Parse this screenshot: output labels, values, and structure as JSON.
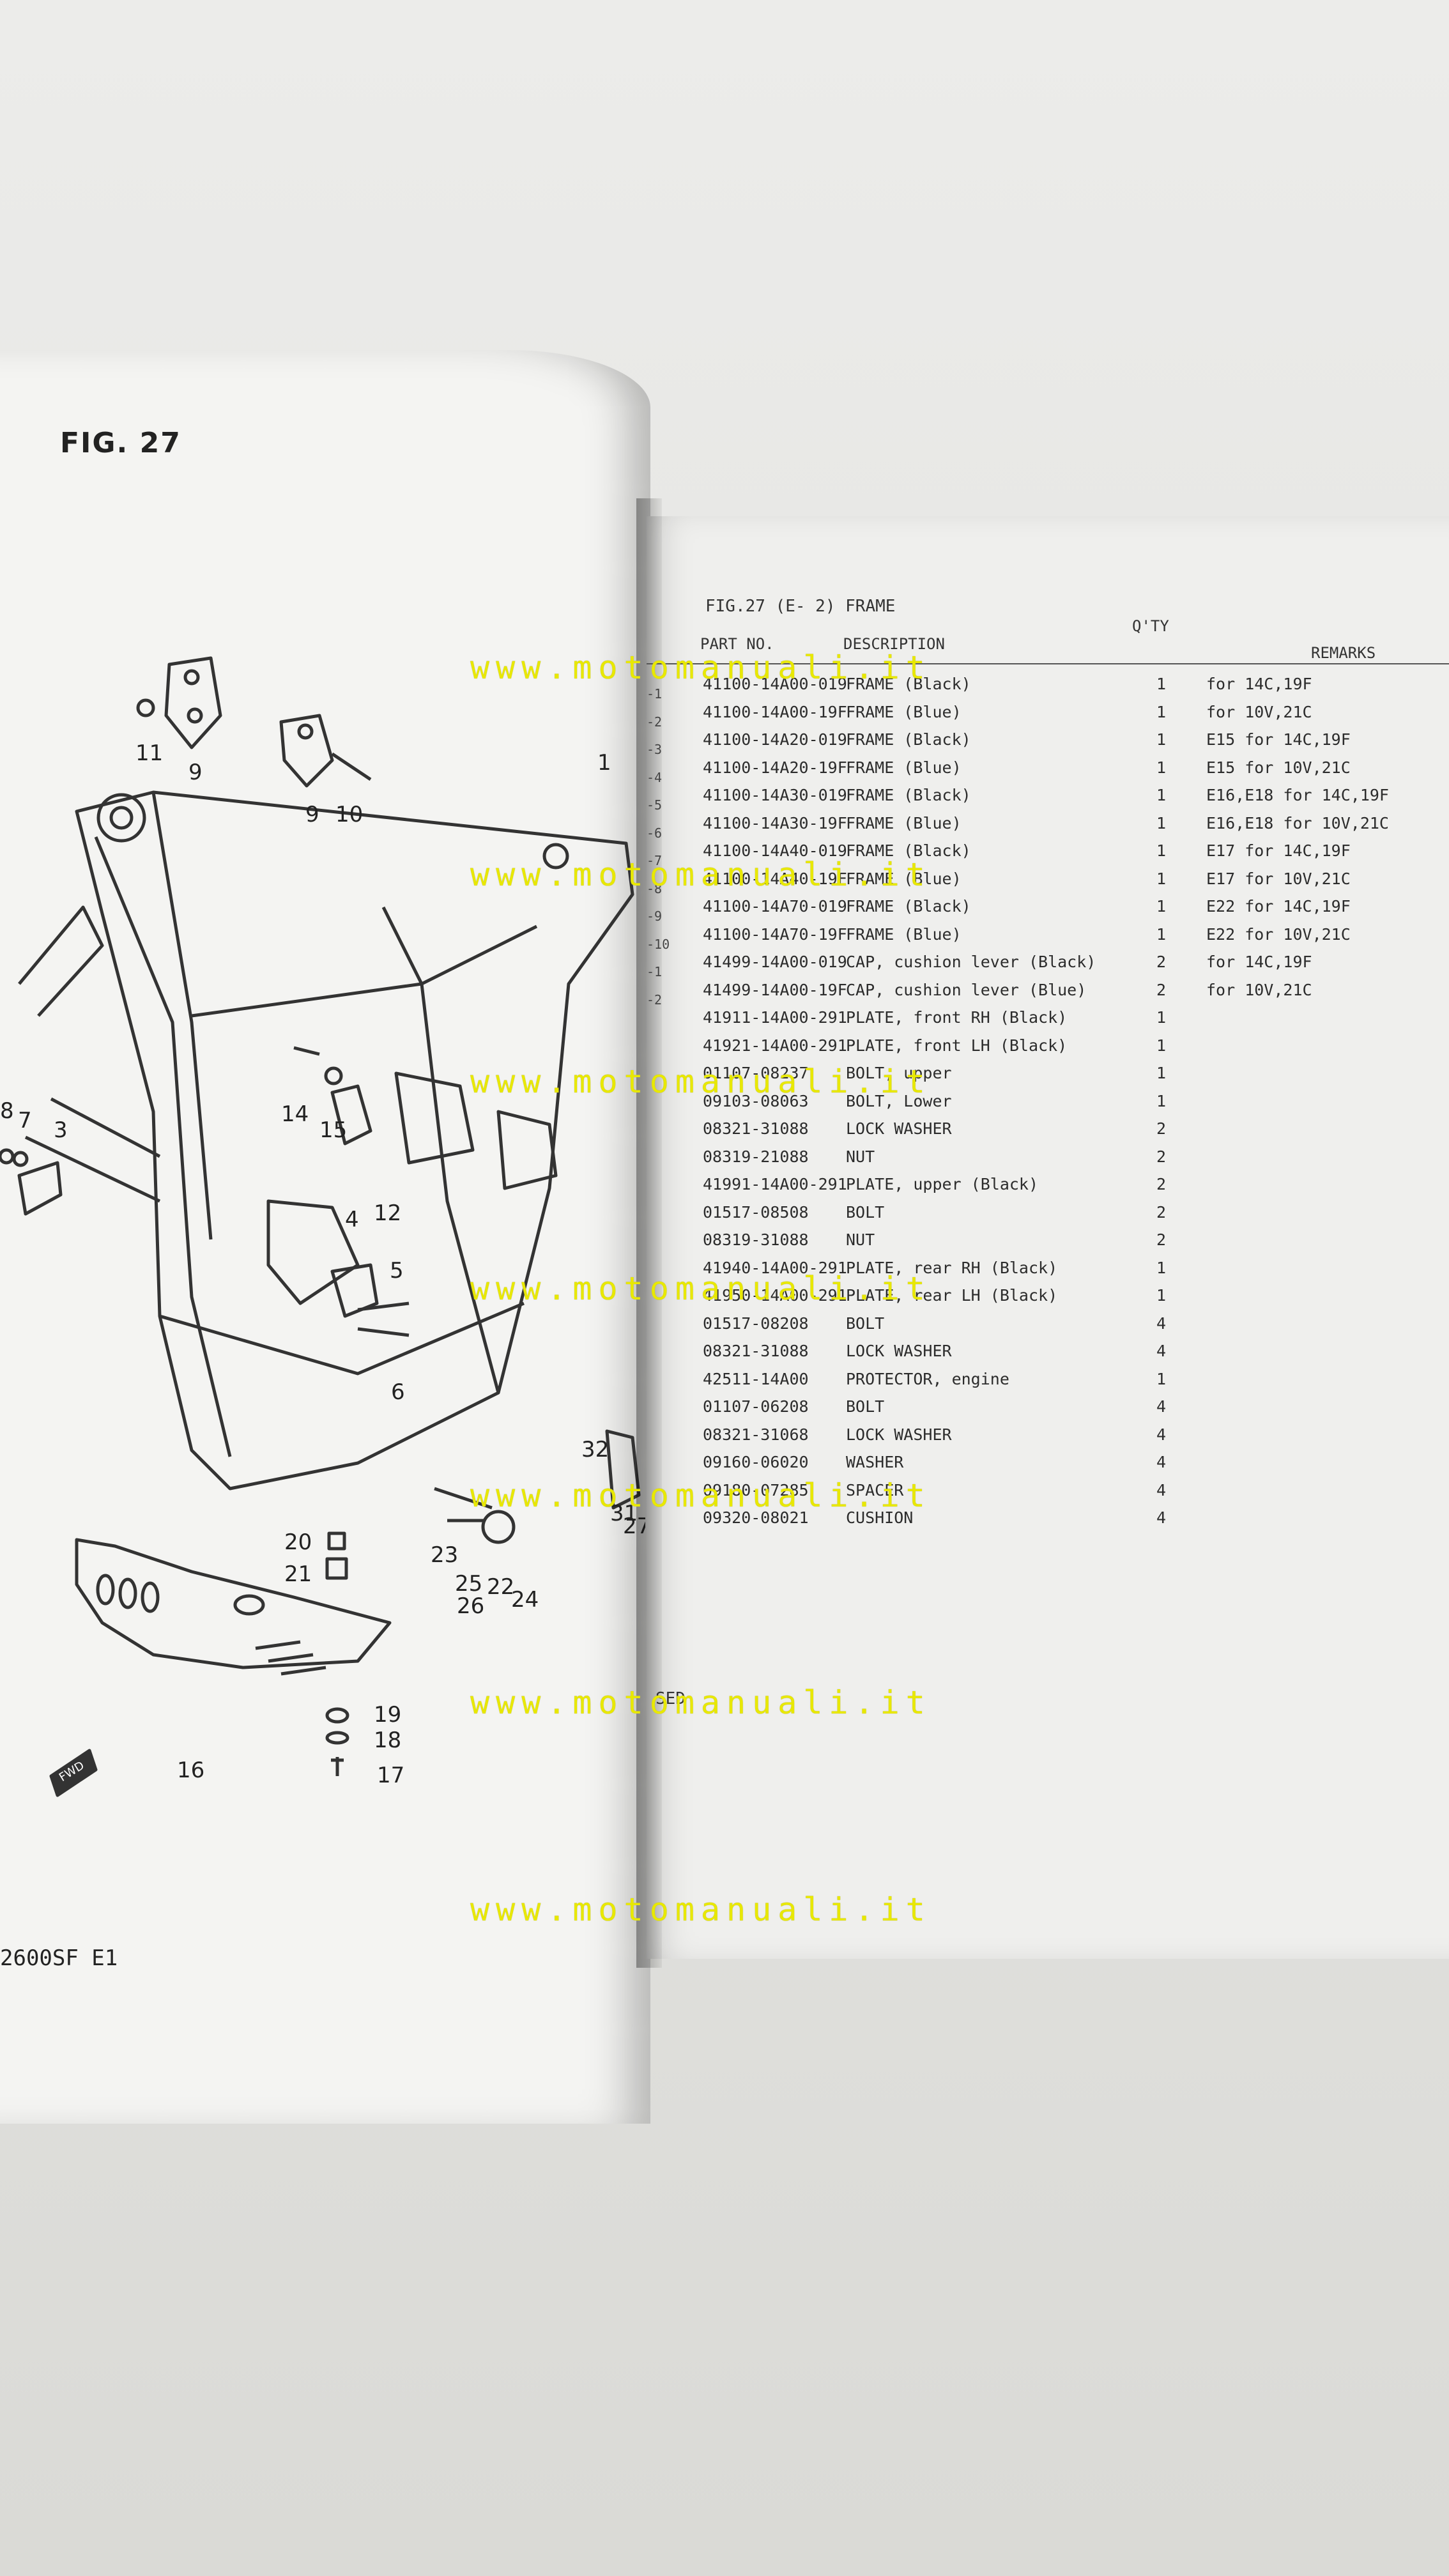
{
  "left_page": {
    "figure_title": "FIG. 27",
    "model_code": "2600SF E1",
    "fwd_label": "FWD",
    "callouts": [
      "1",
      "3",
      "4",
      "5",
      "6",
      "7",
      "8",
      "9",
      "9",
      "10",
      "11",
      "12",
      "14",
      "15",
      "16",
      "17",
      "18",
      "19",
      "20",
      "21",
      "22",
      "23",
      "24",
      "25",
      "26",
      "27",
      "31",
      "32"
    ]
  },
  "right_page": {
    "section_title": "FIG.27 (E- 2) FRAME",
    "headers": {
      "part_no": "PART NO.",
      "description": "DESCRIPTION",
      "qty": "Q'TY",
      "remarks": "REMARKS"
    },
    "ref_nums": [
      "-1",
      "-2",
      "-3",
      "-4",
      "-5",
      "-6",
      "-7",
      "-8",
      "-9",
      "-10",
      "-1",
      "-2"
    ],
    "rows": [
      {
        "part": "41100-14A00-019",
        "desc": "FRAME (Black)",
        "qty": "1",
        "rem": "for 14C,19F"
      },
      {
        "part": "41100-14A00-19F",
        "desc": "FRAME (Blue)",
        "qty": "1",
        "rem": "for 10V,21C"
      },
      {
        "part": "41100-14A20-019",
        "desc": "FRAME (Black)",
        "qty": "1",
        "rem": "E15 for 14C,19F"
      },
      {
        "part": "41100-14A20-19F",
        "desc": "FRAME (Blue)",
        "qty": "1",
        "rem": "E15 for 10V,21C"
      },
      {
        "part": "41100-14A30-019",
        "desc": "FRAME (Black)",
        "qty": "1",
        "rem": "E16,E18 for 14C,19F"
      },
      {
        "part": "41100-14A30-19F",
        "desc": "FRAME (Blue)",
        "qty": "1",
        "rem": "E16,E18 for 10V,21C"
      },
      {
        "part": "41100-14A40-019",
        "desc": "FRAME (Black)",
        "qty": "1",
        "rem": "E17 for 14C,19F"
      },
      {
        "part": "41100-14A40-19F",
        "desc": "FRAME (Blue)",
        "qty": "1",
        "rem": "E17 for 10V,21C"
      },
      {
        "part": "41100-14A70-019",
        "desc": "FRAME (Black)",
        "qty": "1",
        "rem": "E22 for 14C,19F"
      },
      {
        "part": "41100-14A70-19F",
        "desc": "FRAME (Blue)",
        "qty": "1",
        "rem": "E22 for 10V,21C"
      },
      {
        "part": "41499-14A00-019",
        "desc": "CAP, cushion lever (Black)",
        "qty": "2",
        "rem": "for 14C,19F"
      },
      {
        "part": "41499-14A00-19F",
        "desc": "CAP, cushion lever (Blue)",
        "qty": "2",
        "rem": "for 10V,21C"
      },
      {
        "part": "41911-14A00-291",
        "desc": "PLATE, front RH (Black)",
        "qty": "1",
        "rem": ""
      },
      {
        "part": "41921-14A00-291",
        "desc": "PLATE, front LH (Black)",
        "qty": "1",
        "rem": ""
      },
      {
        "part": "01107-08237",
        "desc": "BOLT, upper",
        "qty": "1",
        "rem": ""
      },
      {
        "part": "09103-08063",
        "desc": "BOLT, Lower",
        "qty": "1",
        "rem": ""
      },
      {
        "part": "08321-31088",
        "desc": "LOCK WASHER",
        "qty": "2",
        "rem": ""
      },
      {
        "part": "08319-21088",
        "desc": "NUT",
        "qty": "2",
        "rem": ""
      },
      {
        "part": "41991-14A00-291",
        "desc": "PLATE, upper (Black)",
        "qty": "2",
        "rem": ""
      },
      {
        "part": "01517-08508",
        "desc": "BOLT",
        "qty": "2",
        "rem": ""
      },
      {
        "part": "08319-31088",
        "desc": "NUT",
        "qty": "2",
        "rem": ""
      },
      {
        "part": "41940-14A00-291",
        "desc": "PLATE, rear RH (Black)",
        "qty": "1",
        "rem": ""
      },
      {
        "part": "41950-14A00-291",
        "desc": "PLATE, rear LH (Black)",
        "qty": "1",
        "rem": ""
      },
      {
        "part": "01517-08208",
        "desc": "BOLT",
        "qty": "4",
        "rem": ""
      },
      {
        "part": "08321-31088",
        "desc": "LOCK WASHER",
        "qty": "4",
        "rem": ""
      },
      {
        "part": "42511-14A00",
        "desc": "PROTECTOR, engine",
        "qty": "1",
        "rem": ""
      },
      {
        "part": "01107-06208",
        "desc": "BOLT",
        "qty": "4",
        "rem": ""
      },
      {
        "part": "08321-31068",
        "desc": "LOCK WASHER",
        "qty": "4",
        "rem": ""
      },
      {
        "part": "09160-06020",
        "desc": "WASHER",
        "qty": "4",
        "rem": ""
      },
      {
        "part": "09180-07285",
        "desc": "SPACER",
        "qty": "4",
        "rem": ""
      },
      {
        "part": "09320-08021",
        "desc": "CUSHION",
        "qty": "4",
        "rem": ""
      }
    ],
    "end_mark": "SED"
  },
  "watermark": "www.motomanuali.it",
  "colors": {
    "watermark": "#e8e800",
    "paper": "#f4f4f2",
    "ink": "#2c2c2c"
  }
}
